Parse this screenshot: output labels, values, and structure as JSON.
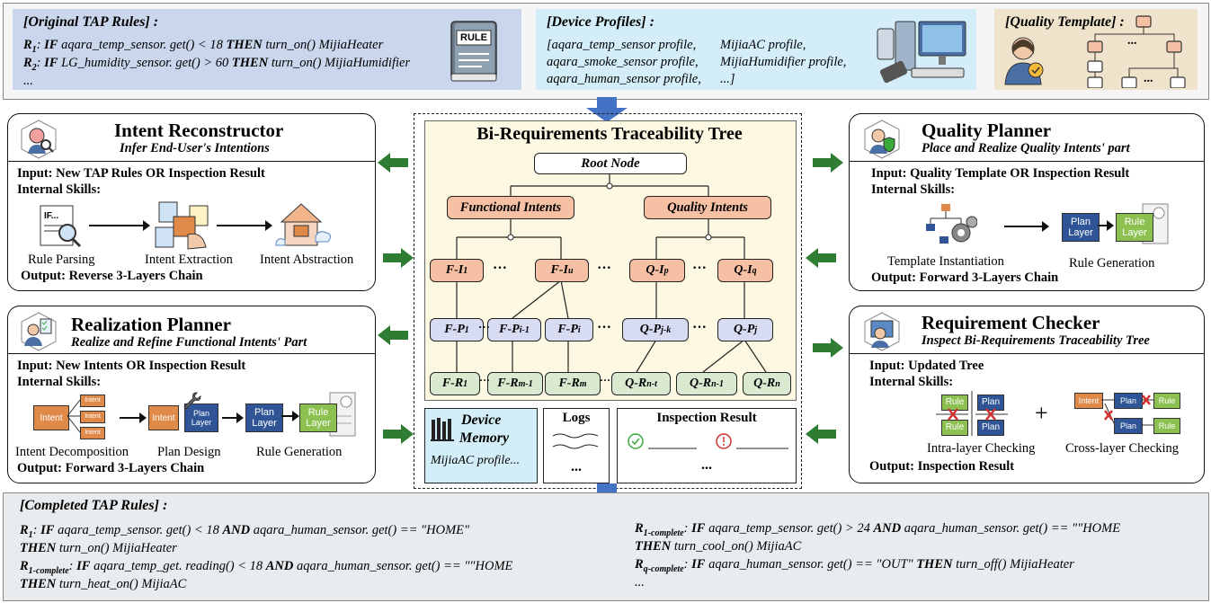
{
  "top": {
    "original": {
      "header": "[Original TAP Rules] :",
      "r1_label": "R",
      "r1_sub": "1",
      "r1_text": ": IF aqara_temp_sensor. get() < 18 THEN turn_on() MijiaHeater",
      "r2_label": "R",
      "r2_sub": "2",
      "r2_text": ": IF LG_humidity_sensor. get() > 60 THEN turn_on() MijiaHumidifier",
      "ellipsis": "...",
      "icon_text": "RULE"
    },
    "device": {
      "header": "[Device Profiles] :",
      "col1": [
        "[aqara_temp_sensor profile,",
        "aqara_smoke_sensor profile,",
        "aqara_human_sensor profile,"
      ],
      "col2": [
        "MijiaAC profile,",
        "MijiaHumidifier profile,",
        "...]"
      ]
    },
    "quality": {
      "header": "[Quality Template] :",
      "dots": "..."
    }
  },
  "intent_reconstructor": {
    "title": "Intent Reconstructor",
    "subtitle": "Infer End-User's Intentions",
    "input": "Input:  New TAP Rules OR  Inspection Result",
    "skills": "Internal Skills:",
    "step1": "Rule Parsing",
    "step2": "Intent Extraction",
    "step3": "Intent Abstraction",
    "output": "Output: Reverse 3-Layers Chain"
  },
  "realization_planner": {
    "title": "Realization Planner",
    "subtitle": "Realize and Refine Functional Intents' Part",
    "input": "Input: New Intents OR Inspection Result",
    "skills": "Internal Skills:",
    "step1": "Intent Decomposition",
    "step2": "Plan Design",
    "step3": "Rule Generation",
    "output": "Output: Forward 3-Layers Chain",
    "intent": "Intent",
    "plan_layer": "Plan Layer",
    "rule_layer": "Rule Layer"
  },
  "quality_planner": {
    "title": "Quality Planner",
    "subtitle": "Place and Realize Quality Intents' part",
    "input": "Input: Quality Template OR Inspection Result",
    "skills": "Internal Skills:",
    "step1": "Template Instantiation",
    "step2": "Rule Generation",
    "output": "Output: Forward 3-Layers Chain",
    "plan_layer": "Plan Layer",
    "rule_layer": "Rule Layer"
  },
  "requirement_checker": {
    "title": "Requirement Checker",
    "subtitle": "Inspect Bi-Requirements Traceability Tree",
    "input": "Input: Updated Tree",
    "skills": "Internal Skills:",
    "step1": "Intra-layer Checking",
    "step2": "Cross-layer Checking",
    "output": "Output: Inspection Result",
    "rule": "Rule",
    "plan": "Plan",
    "intent": "Intent",
    "plus": "+"
  },
  "tree": {
    "title": "Bi-Requirements Traceability Tree",
    "root": "Root Node",
    "functional": "Functional Intents",
    "quality": "Quality Intents",
    "row1": [
      [
        "F-I",
        "1"
      ],
      [
        "F-I",
        "u"
      ],
      [
        "Q-I",
        "p"
      ],
      [
        "Q-I",
        "q"
      ]
    ],
    "row2": [
      [
        "F-P",
        "1"
      ],
      [
        "F-P",
        "i-1"
      ],
      [
        "F-P",
        "i"
      ],
      [
        "Q-P",
        "j-k"
      ],
      [
        "Q-P",
        "j"
      ]
    ],
    "row3": [
      [
        "F-R",
        "1"
      ],
      [
        "F-R",
        "m-1"
      ],
      [
        "F-R",
        "m"
      ],
      [
        "Q-R",
        "n-t"
      ],
      [
        "Q-R",
        "n-1"
      ],
      [
        "Q-R",
        "n"
      ]
    ],
    "dots": "···"
  },
  "memory": {
    "device_title1": "Device",
    "device_title2": "Memory",
    "device_text": "MijiaAC profile...",
    "logs_title": "Logs",
    "logs_dots": "...",
    "inspection_title": "Inspection Result",
    "inspection_dots": "..."
  },
  "completed": {
    "header": "[Completed TAP Rules] :",
    "left": [
      {
        "label": "R",
        "sub": "1",
        "text": ": IF aqara_temp_sensor. get() < 18 AND aqara_human_sensor. get() == \"HOME\""
      },
      {
        "label": "",
        "sub": "",
        "text": "THEN turn_on() MijiaHeater"
      },
      {
        "label": "R",
        "sub": "1-complete",
        "text": ": IF aqara_temp_get. reading() < 18 AND aqara_human_sensor. get() == \"\"HOME"
      },
      {
        "label": "",
        "sub": "",
        "text": "THEN turn_heat_on() MijiaAC"
      }
    ],
    "right": [
      {
        "label": "R",
        "sub": "1-complete",
        "text": ": IF aqara_temp_sensor. get() > 24 AND aqara_human_sensor. get() == \"\"HOME"
      },
      {
        "label": "",
        "sub": "",
        "text": "THEN turn_cool_on() MijiaAC"
      },
      {
        "label": "R",
        "sub": "q-complete",
        "text": ": IF aqara_human_sensor. get() == \"OUT\" THEN turn_off() MijiaHeater"
      },
      {
        "label": "",
        "sub": "",
        "text": "..."
      }
    ]
  },
  "colors": {
    "arrow_green": "#2e7d32",
    "arrow_blue": "#4472c4",
    "functional_fill": "#f5c0a3",
    "plan_fill": "#d7dcf2",
    "rule_fill": "#d9ead1",
    "tree_bg": "#fdf8e1"
  }
}
